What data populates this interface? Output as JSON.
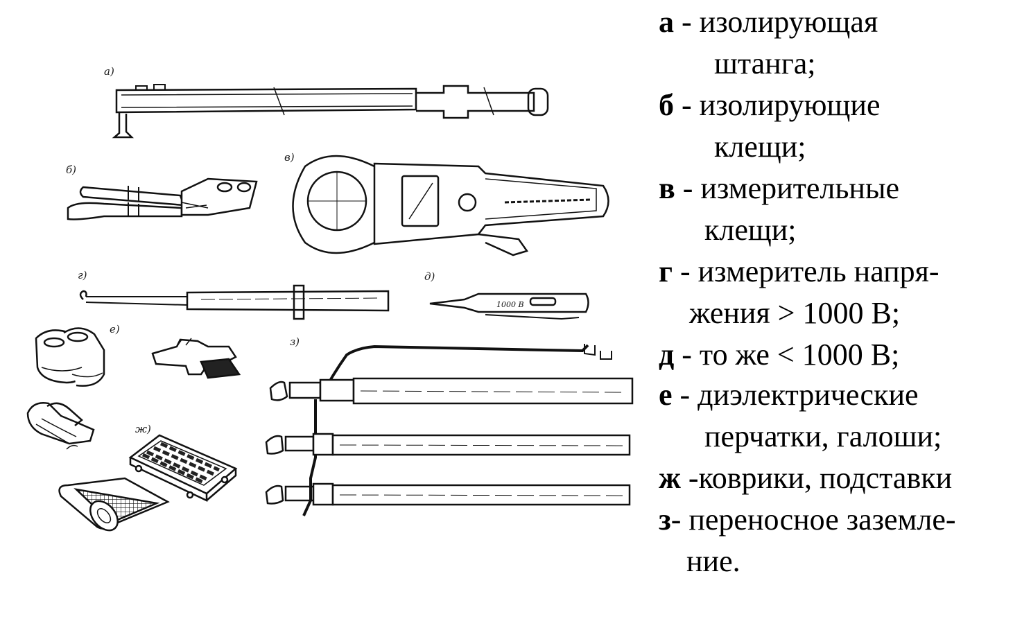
{
  "figure_labels": {
    "a": "а)",
    "b": "б)",
    "v": "в)",
    "g": "г)",
    "d": "д)",
    "e": "е)",
    "zh": "ж)",
    "z": "з)",
    "meter_scale": "1000 В"
  },
  "legend": [
    {
      "letter": "а",
      "text": " - изолирующая"
    },
    {
      "letter": "",
      "text": "штанга;"
    },
    {
      "letter": "б",
      "text": " - изолирующие"
    },
    {
      "letter": "",
      "text": "клещи;"
    },
    {
      "letter": "в",
      "text": " - измерительные"
    },
    {
      "letter": "",
      "text": "клещи;"
    },
    {
      "letter": "г",
      "text": " - измеритель напря-"
    },
    {
      "letter": "",
      "text": "жения  > 1000 В;"
    },
    {
      "letter": "д",
      "text": " - то же < 1000 В;"
    },
    {
      "letter": "е",
      "text": " - диэлектрические"
    },
    {
      "letter": "",
      "text": "перчатки, галоши;"
    },
    {
      "letter": "ж",
      "text": " -коврики, подставки"
    },
    {
      "letter": "з",
      "text": "- переносное заземле-"
    },
    {
      "letter": "",
      "text": "ние."
    }
  ]
}
